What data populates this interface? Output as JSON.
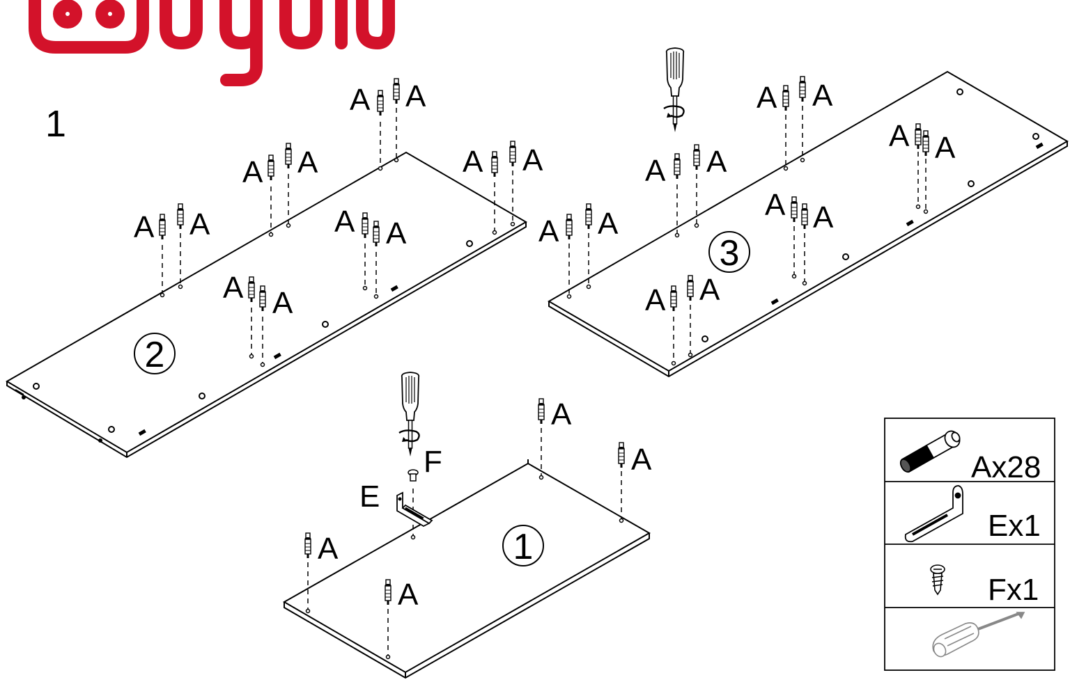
{
  "brand": {
    "color": "#d3122a"
  },
  "step_number": "1",
  "part_letter": "A",
  "boards": [
    {
      "number": "2"
    },
    {
      "number": "3"
    },
    {
      "number": "1"
    }
  ],
  "labels": {
    "e": "E",
    "f": "F"
  },
  "legend": {
    "items": [
      {
        "icon": "dowel-icon",
        "text": "Ax28"
      },
      {
        "icon": "bracket-icon",
        "text": "Ex1"
      },
      {
        "icon": "screw-icon",
        "text": "Fx1"
      },
      {
        "icon": "screwdriver-icon"
      }
    ]
  }
}
